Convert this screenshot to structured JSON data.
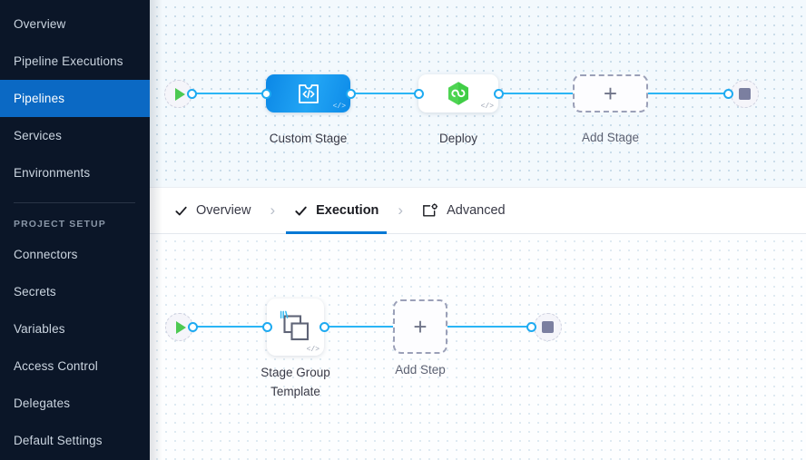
{
  "sidebar": {
    "items": [
      {
        "label": "Overview",
        "active": false
      },
      {
        "label": "Pipeline Executions",
        "active": false
      },
      {
        "label": "Pipelines",
        "active": true
      },
      {
        "label": "Services",
        "active": false
      },
      {
        "label": "Environments",
        "active": false
      }
    ],
    "section_label": "PROJECT SETUP",
    "setup_items": [
      {
        "label": "Connectors"
      },
      {
        "label": "Secrets"
      },
      {
        "label": "Variables"
      },
      {
        "label": "Access Control"
      },
      {
        "label": "Delegates"
      },
      {
        "label": "Default Settings"
      }
    ],
    "active_color": "#0b69c4",
    "background_color": "#0b1628"
  },
  "tabs": {
    "items": [
      {
        "label": "Overview",
        "icon": "check-icon",
        "active": false
      },
      {
        "label": "Execution",
        "icon": "check-icon",
        "active": true
      },
      {
        "label": "Advanced",
        "icon": "advanced-settings-icon",
        "active": false
      }
    ],
    "separator": "›",
    "active_underline_color": "#0278d5"
  },
  "stage_canvas": {
    "start_node": "start-play-icon",
    "end_node": "end-stop-icon",
    "nodes": [
      {
        "label": "Custom Stage",
        "icon": "custom-stage-code-icon",
        "type": "custom",
        "code_tag": "</>"
      },
      {
        "label": "Deploy",
        "icon": "deploy-hexagon-infinity-icon",
        "type": "deploy",
        "code_tag": "</>"
      },
      {
        "label": "Add Stage",
        "icon": "plus-icon",
        "type": "add",
        "plus": "+"
      }
    ],
    "wire_color": "#2ab5f5"
  },
  "step_canvas": {
    "start_node": "start-play-icon",
    "end_node": "end-stop-icon",
    "nodes": [
      {
        "label": "Stage Group Template",
        "label_line1": "Stage Group",
        "label_line2": "Template",
        "icon": "stacked-squares-template-icon",
        "type": "template",
        "code_tag": "</>"
      },
      {
        "label": "Add Step",
        "icon": "plus-icon",
        "type": "add",
        "plus": "+"
      }
    ],
    "wire_color": "#2ab5f5"
  }
}
